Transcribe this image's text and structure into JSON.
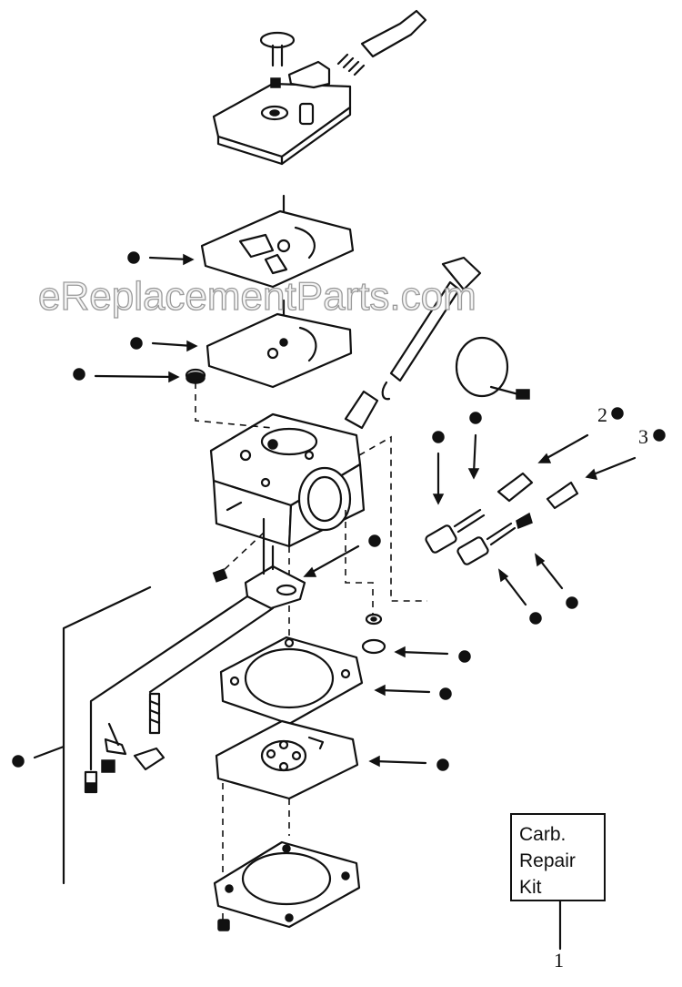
{
  "watermark": "eReplacementParts.com",
  "callouts": {
    "item_1": "1",
    "item_2": "2",
    "item_3": "3"
  },
  "repair_kit_box": {
    "line_1": "Carb.",
    "line_2": "Repair",
    "line_3": "Kit"
  },
  "colors": {
    "ink": "#111111",
    "background": "#ffffff",
    "watermark_outline": "#9a9a9a"
  }
}
